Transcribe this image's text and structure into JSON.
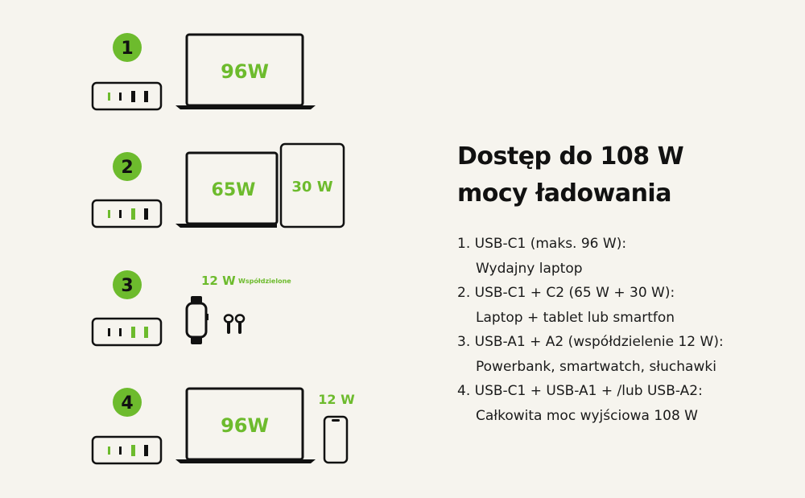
{
  "colors": {
    "accent_green": "#6dbb2d",
    "line": "#111111",
    "background": "#f6f4ee"
  },
  "scenarios": [
    {
      "number": "1",
      "laptop_label": "96W"
    },
    {
      "number": "2",
      "laptop_label": "65W",
      "tablet_label": "30 W"
    },
    {
      "number": "3",
      "wattage_label": "12 W",
      "shared_label": "Współdzielone"
    },
    {
      "number": "4",
      "laptop_label": "96W",
      "phone_label": "12 W"
    }
  ],
  "panel": {
    "title_line1": "Dostęp do 108 W",
    "title_line2": "mocy ładowania",
    "items": [
      {
        "head": "1. USB-C1 (maks. 96 W):",
        "desc": "Wydajny laptop"
      },
      {
        "head": "2. USB-C1 + C2 (65 W + 30 W):",
        "desc": "Laptop + tablet lub smartfon"
      },
      {
        "head": "3. USB-A1 + A2 (współdzielenie 12 W):",
        "desc": "Powerbank, smartwatch, słuchawki"
      },
      {
        "head": "4. USB-C1 + USB-A1 + /lub USB-A2:",
        "desc": "Całkowita moc wyjściowa 108 W"
      }
    ]
  },
  "icons": {
    "charger": "charger-icon",
    "laptop": "laptop-icon",
    "tablet": "tablet-icon",
    "phone": "smartphone-icon",
    "watch": "smartwatch-icon",
    "earbuds": "earbuds-icon"
  }
}
